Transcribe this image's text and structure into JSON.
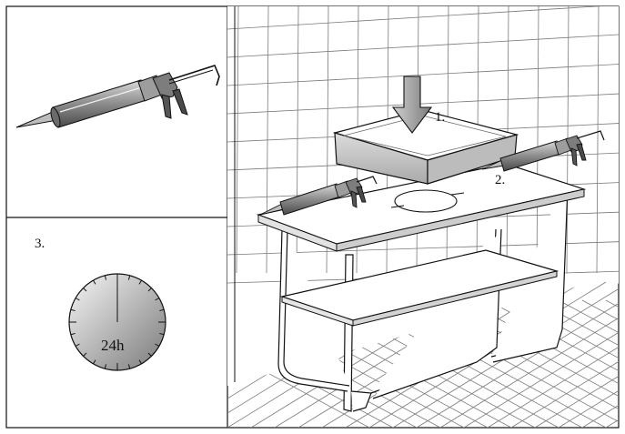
{
  "panels": {
    "tool": {},
    "timer": {
      "step_label": "3.",
      "duration_label": "24h"
    },
    "main": {
      "step1_label": "1.",
      "step2_label": "2."
    }
  },
  "colors": {
    "ink": "#111111",
    "grid": "#7a7a7a",
    "fill_dark": "#9a9a9a",
    "fill_light": "#e8e8e8"
  }
}
